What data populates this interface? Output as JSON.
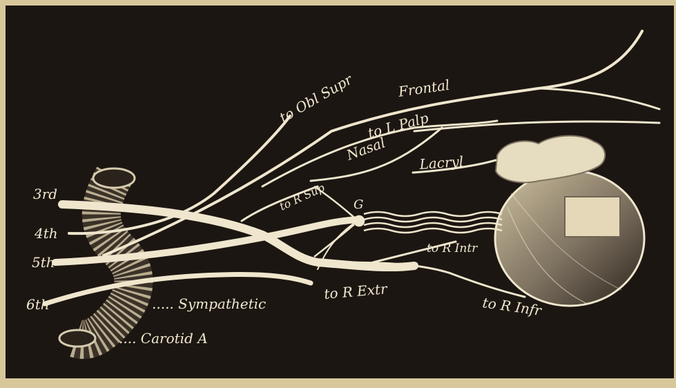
{
  "colors": {
    "paper": "#d8c79a",
    "ink": "#1c1612",
    "nerve": "#efe6cd"
  },
  "labels": {
    "nerve_3rd": "3rd",
    "nerve_4th": "4th",
    "nerve_5th": "5th",
    "nerve_6th": "6th",
    "to_obl_sup": "to Obl Supr",
    "frontal": "Frontal",
    "to_l_palp": "to L Palp",
    "nasal": "Nasal",
    "lacryl": "Lacryl",
    "to_r_sup": "to R Sup",
    "ganglion": "G",
    "to_r_int": "to R Intr",
    "sympathetic": "..... Sympathetic",
    "to_r_ext": "to R Extr",
    "to_r_inf": "to R Infr",
    "carotid": ".... Carotid A"
  }
}
